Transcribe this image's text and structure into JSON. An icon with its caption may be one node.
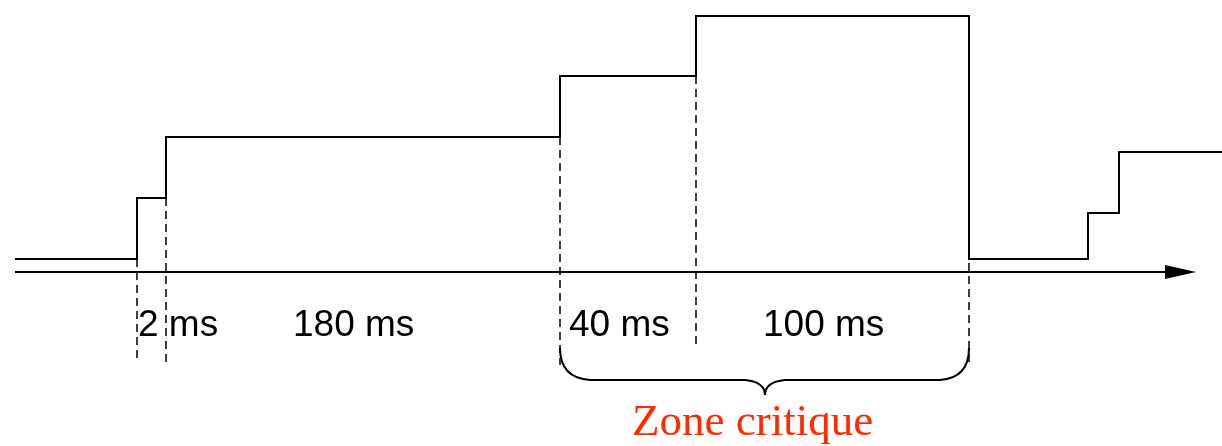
{
  "diagram": {
    "labels": [
      "2 ms",
      "180 ms",
      "40 ms",
      "100 ms",
      "Zone critique"
    ]
  }
}
